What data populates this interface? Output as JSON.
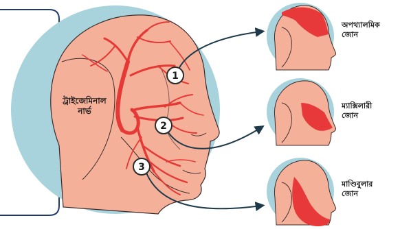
{
  "main_label": {
    "line1": "ট্রাইজেমিনাল",
    "line2": "নার্ভ"
  },
  "markers": [
    {
      "number": "1"
    },
    {
      "number": "2"
    },
    {
      "number": "3"
    }
  ],
  "zones": [
    {
      "line1": "অপথ্যালমিক",
      "line2": "জোন"
    },
    {
      "line1": "ম্যাক্সিলারী",
      "line2": "জোন"
    },
    {
      "line1": "মাণ্ডিবুলার",
      "line2": "জোন"
    }
  ],
  "colors": {
    "background_circle": "#a8d3dc",
    "skin": "#f5b09a",
    "skin_outline": "#3a2a2a",
    "nerve": "#e53935",
    "zone_highlight": "#e8393a",
    "frame_line": "#1e3a6e",
    "arrow": "#1e3a4a",
    "marker_fill": "#ffffff",
    "marker_stroke": "#2b2b2b"
  }
}
